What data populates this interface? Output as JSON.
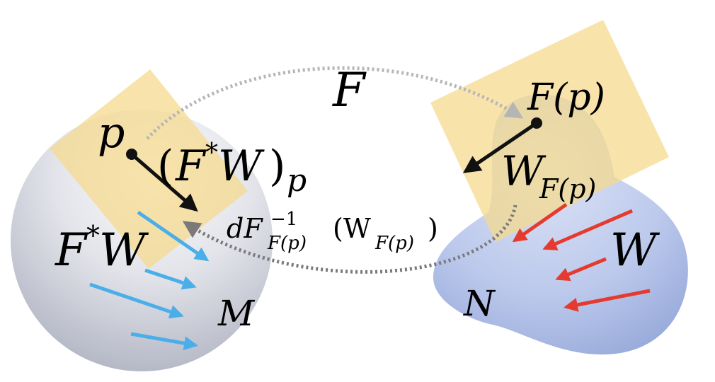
{
  "labels": {
    "map": "F",
    "point_p": "p",
    "point_Fp": "F(p)",
    "pullback_at_p": {
      "open": "(",
      "main": "F",
      "sup": "*",
      "W": "W",
      "close": ")",
      "sub": "p"
    },
    "pullback_field": {
      "main": "F",
      "sup": "*",
      "W": "W"
    },
    "W_at_Fp": {
      "main": "W",
      "sub": "F(p)"
    },
    "field_W": "W",
    "manifold_M": "M",
    "manifold_N": "N",
    "inverse_differential": {
      "d": "dF",
      "sup": "−1",
      "sub": "F(p)",
      "arg_open": "(W",
      "arg_sub": "F(p)",
      "arg_close": ")"
    }
  },
  "colors": {
    "tangent_plane": "#f5d98a",
    "sphere_light": "#f2f2f4",
    "sphere_dark": "#b8bccb",
    "blob_light": "#d4dcf2",
    "blob_dark": "#9fb0dc",
    "blue_arrows": "#4aaee8",
    "red_arrows": "#e53a2e",
    "dotted_arrow_light": "#b5b5b5",
    "dotted_arrow_dark": "#7a7a7a",
    "black_vector": "#111111"
  }
}
